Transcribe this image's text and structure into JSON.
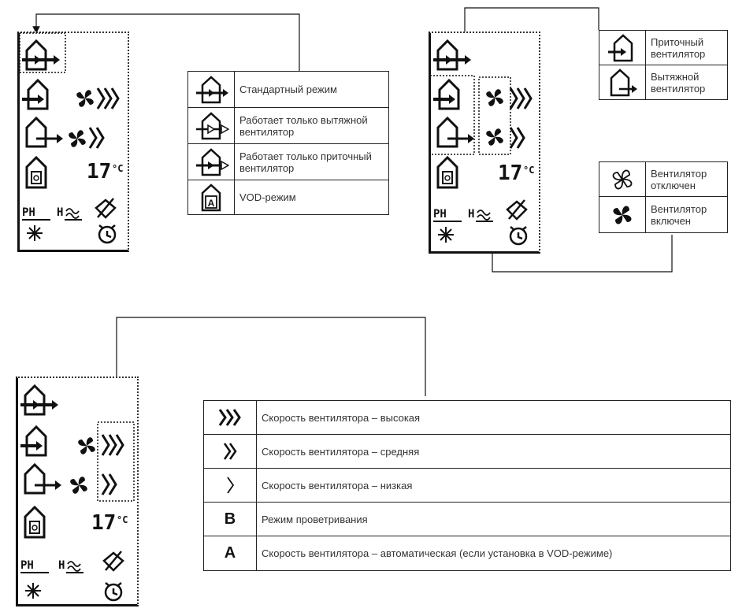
{
  "mode_legend": {
    "rows": [
      {
        "icon": "house-standard-mode-icon",
        "label": "Стандартный режим"
      },
      {
        "icon": "house-extract-only-icon",
        "label": "Работает только вытяжной вентилятор"
      },
      {
        "icon": "house-supply-only-icon",
        "label": "Работает только приточный вентилятор"
      },
      {
        "icon": "house-vod-mode-icon",
        "label": "VOD-режим"
      }
    ]
  },
  "fan_type_legend": {
    "rows": [
      {
        "icon": "supply-fan-house-icon",
        "label": "Приточный вентилятор"
      },
      {
        "icon": "extract-fan-house-icon",
        "label": "Вытяжной вентилятор"
      }
    ]
  },
  "fan_state_legend": {
    "rows": [
      {
        "icon": "fan-outline-off-icon",
        "label": "Вентилятор отключен"
      },
      {
        "icon": "fan-solid-on-icon",
        "label": "Вентилятор включен"
      }
    ]
  },
  "speed_legend": {
    "rows": [
      {
        "icon": "speed-high-icon",
        "label": "Скорость вентилятора – высокая"
      },
      {
        "icon": "speed-medium-icon",
        "label": "Скорость вентилятора – средняя"
      },
      {
        "icon": "speed-low-icon",
        "label": "Скорость вентилятора – низкая"
      },
      {
        "icon": "letter-b-icon",
        "symbol": "B",
        "label": "Режим проветривания"
      },
      {
        "icon": "letter-a-icon",
        "symbol": "A",
        "label": "Скорость вентилятора – автоматическая (если установка в VOD-режиме)"
      }
    ]
  },
  "display": {
    "temperature": "17",
    "ph_label": "PH",
    "h_label": "H"
  }
}
